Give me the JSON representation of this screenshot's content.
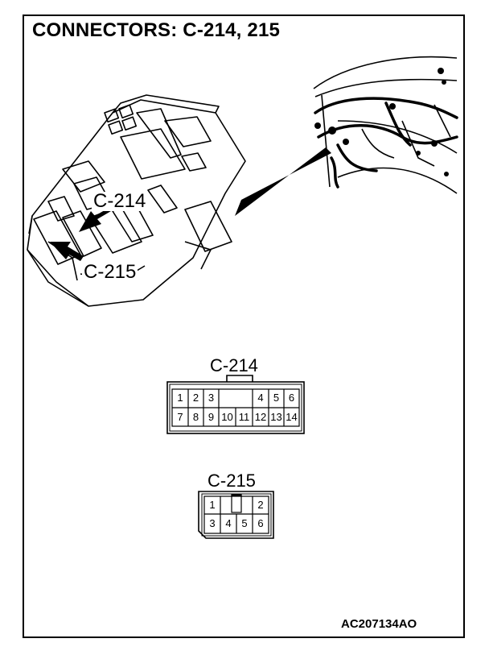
{
  "page": {
    "title": "CONNECTORS: C-214, 215",
    "figure_code": "AC207134AO"
  },
  "illustration": {
    "callouts": [
      "C-214",
      "C-215"
    ]
  },
  "connectors": [
    {
      "label": "C-214",
      "pins_top": [
        "1",
        "2",
        "3",
        "4",
        "5",
        "6"
      ],
      "pins_bottom": [
        "7",
        "8",
        "9",
        "10",
        "11",
        "12",
        "13",
        "14"
      ]
    },
    {
      "label": "C-215",
      "pins_top": [
        "1",
        "2"
      ],
      "pins_bottom": [
        "3",
        "4",
        "5",
        "6"
      ]
    }
  ]
}
